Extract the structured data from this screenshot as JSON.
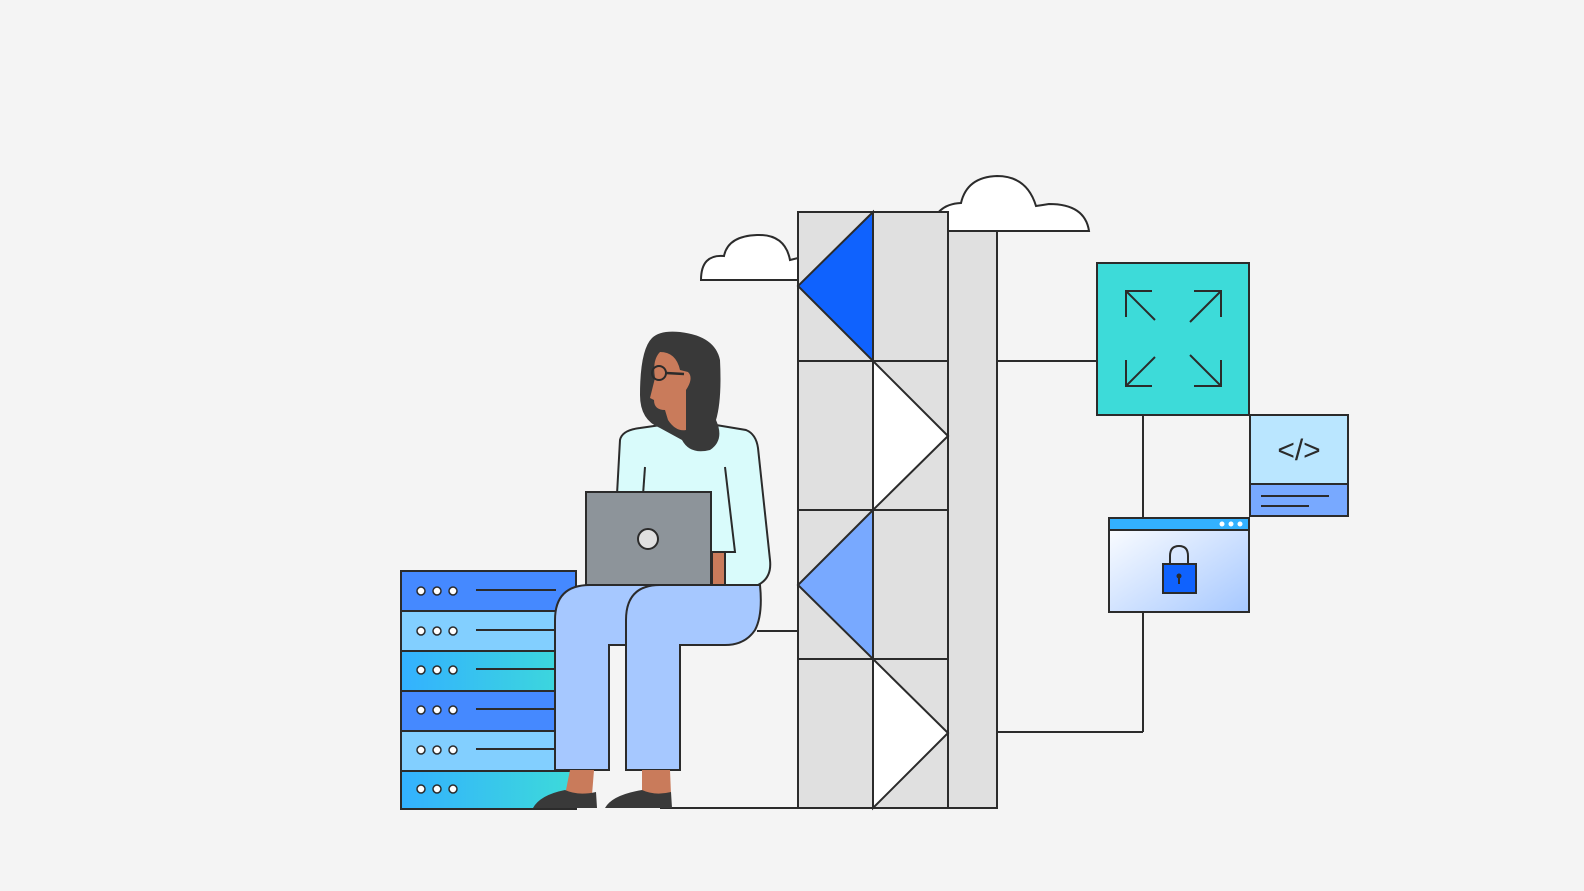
{
  "scene": {
    "title": "Person with laptop beside server rack and cloud architecture tower",
    "background": "#f4f4f4"
  },
  "colors": {
    "outline": "#2b2b2b",
    "blue_dark": "#0f62fe",
    "blue_mid": "#4589ff",
    "blue_light": "#78a9ff",
    "blue_pale": "#a6c8ff",
    "sky": "#82cfff",
    "cyan": "#3ddbd9",
    "gray_panel": "#e0e0e0",
    "laptop": "#8d949a",
    "skin": "#c97b5b",
    "hair": "#393939",
    "shirt": "#d9fbfb",
    "pants": "#a6c8ff",
    "code_bg": "#bae6ff",
    "code_footer": "#78a9ff"
  },
  "server_rack": {
    "units": [
      {
        "fill": "#4589ff"
      },
      {
        "fill": "#82cfff"
      },
      {
        "fill": "gradient-cyan"
      },
      {
        "fill": "#4589ff"
      },
      {
        "fill": "#82cfff"
      },
      {
        "fill": "gradient-cyan"
      }
    ],
    "leds_per_unit": 3
  },
  "tower": {
    "rows": 4,
    "triangles": [
      {
        "row": 0,
        "col": 0,
        "dir": "left",
        "fill": "#0f62fe"
      },
      {
        "row": 1,
        "col": 1,
        "dir": "right",
        "fill": "#ffffff"
      },
      {
        "row": 2,
        "col": 0,
        "dir": "left",
        "fill": "#78a9ff"
      },
      {
        "row": 3,
        "col": 1,
        "dir": "right",
        "fill": "#ffffff"
      }
    ]
  },
  "icons": {
    "expand": "expand-arrows-icon",
    "code": "code-brackets-icon",
    "code_text": "</>",
    "lock": "padlock-icon",
    "window_dots": "•••"
  }
}
